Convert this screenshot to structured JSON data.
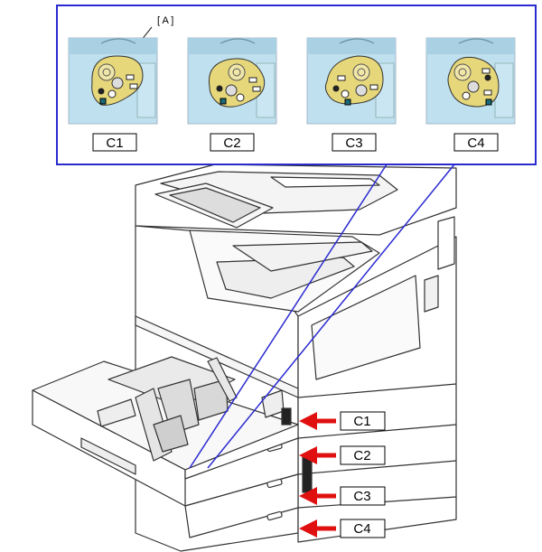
{
  "callout": {
    "marker": "[ A ]",
    "panels": [
      {
        "label": "C1"
      },
      {
        "label": "C2"
      },
      {
        "label": "C3"
      },
      {
        "label": "C4"
      }
    ]
  },
  "side_labels": [
    "C1",
    "C2",
    "C3",
    "C4"
  ],
  "colors": {
    "frame": "#2a2ad0",
    "arrow": "#e01010",
    "dial": "#e6d77a",
    "panel_bg": "#bfe0ee"
  }
}
